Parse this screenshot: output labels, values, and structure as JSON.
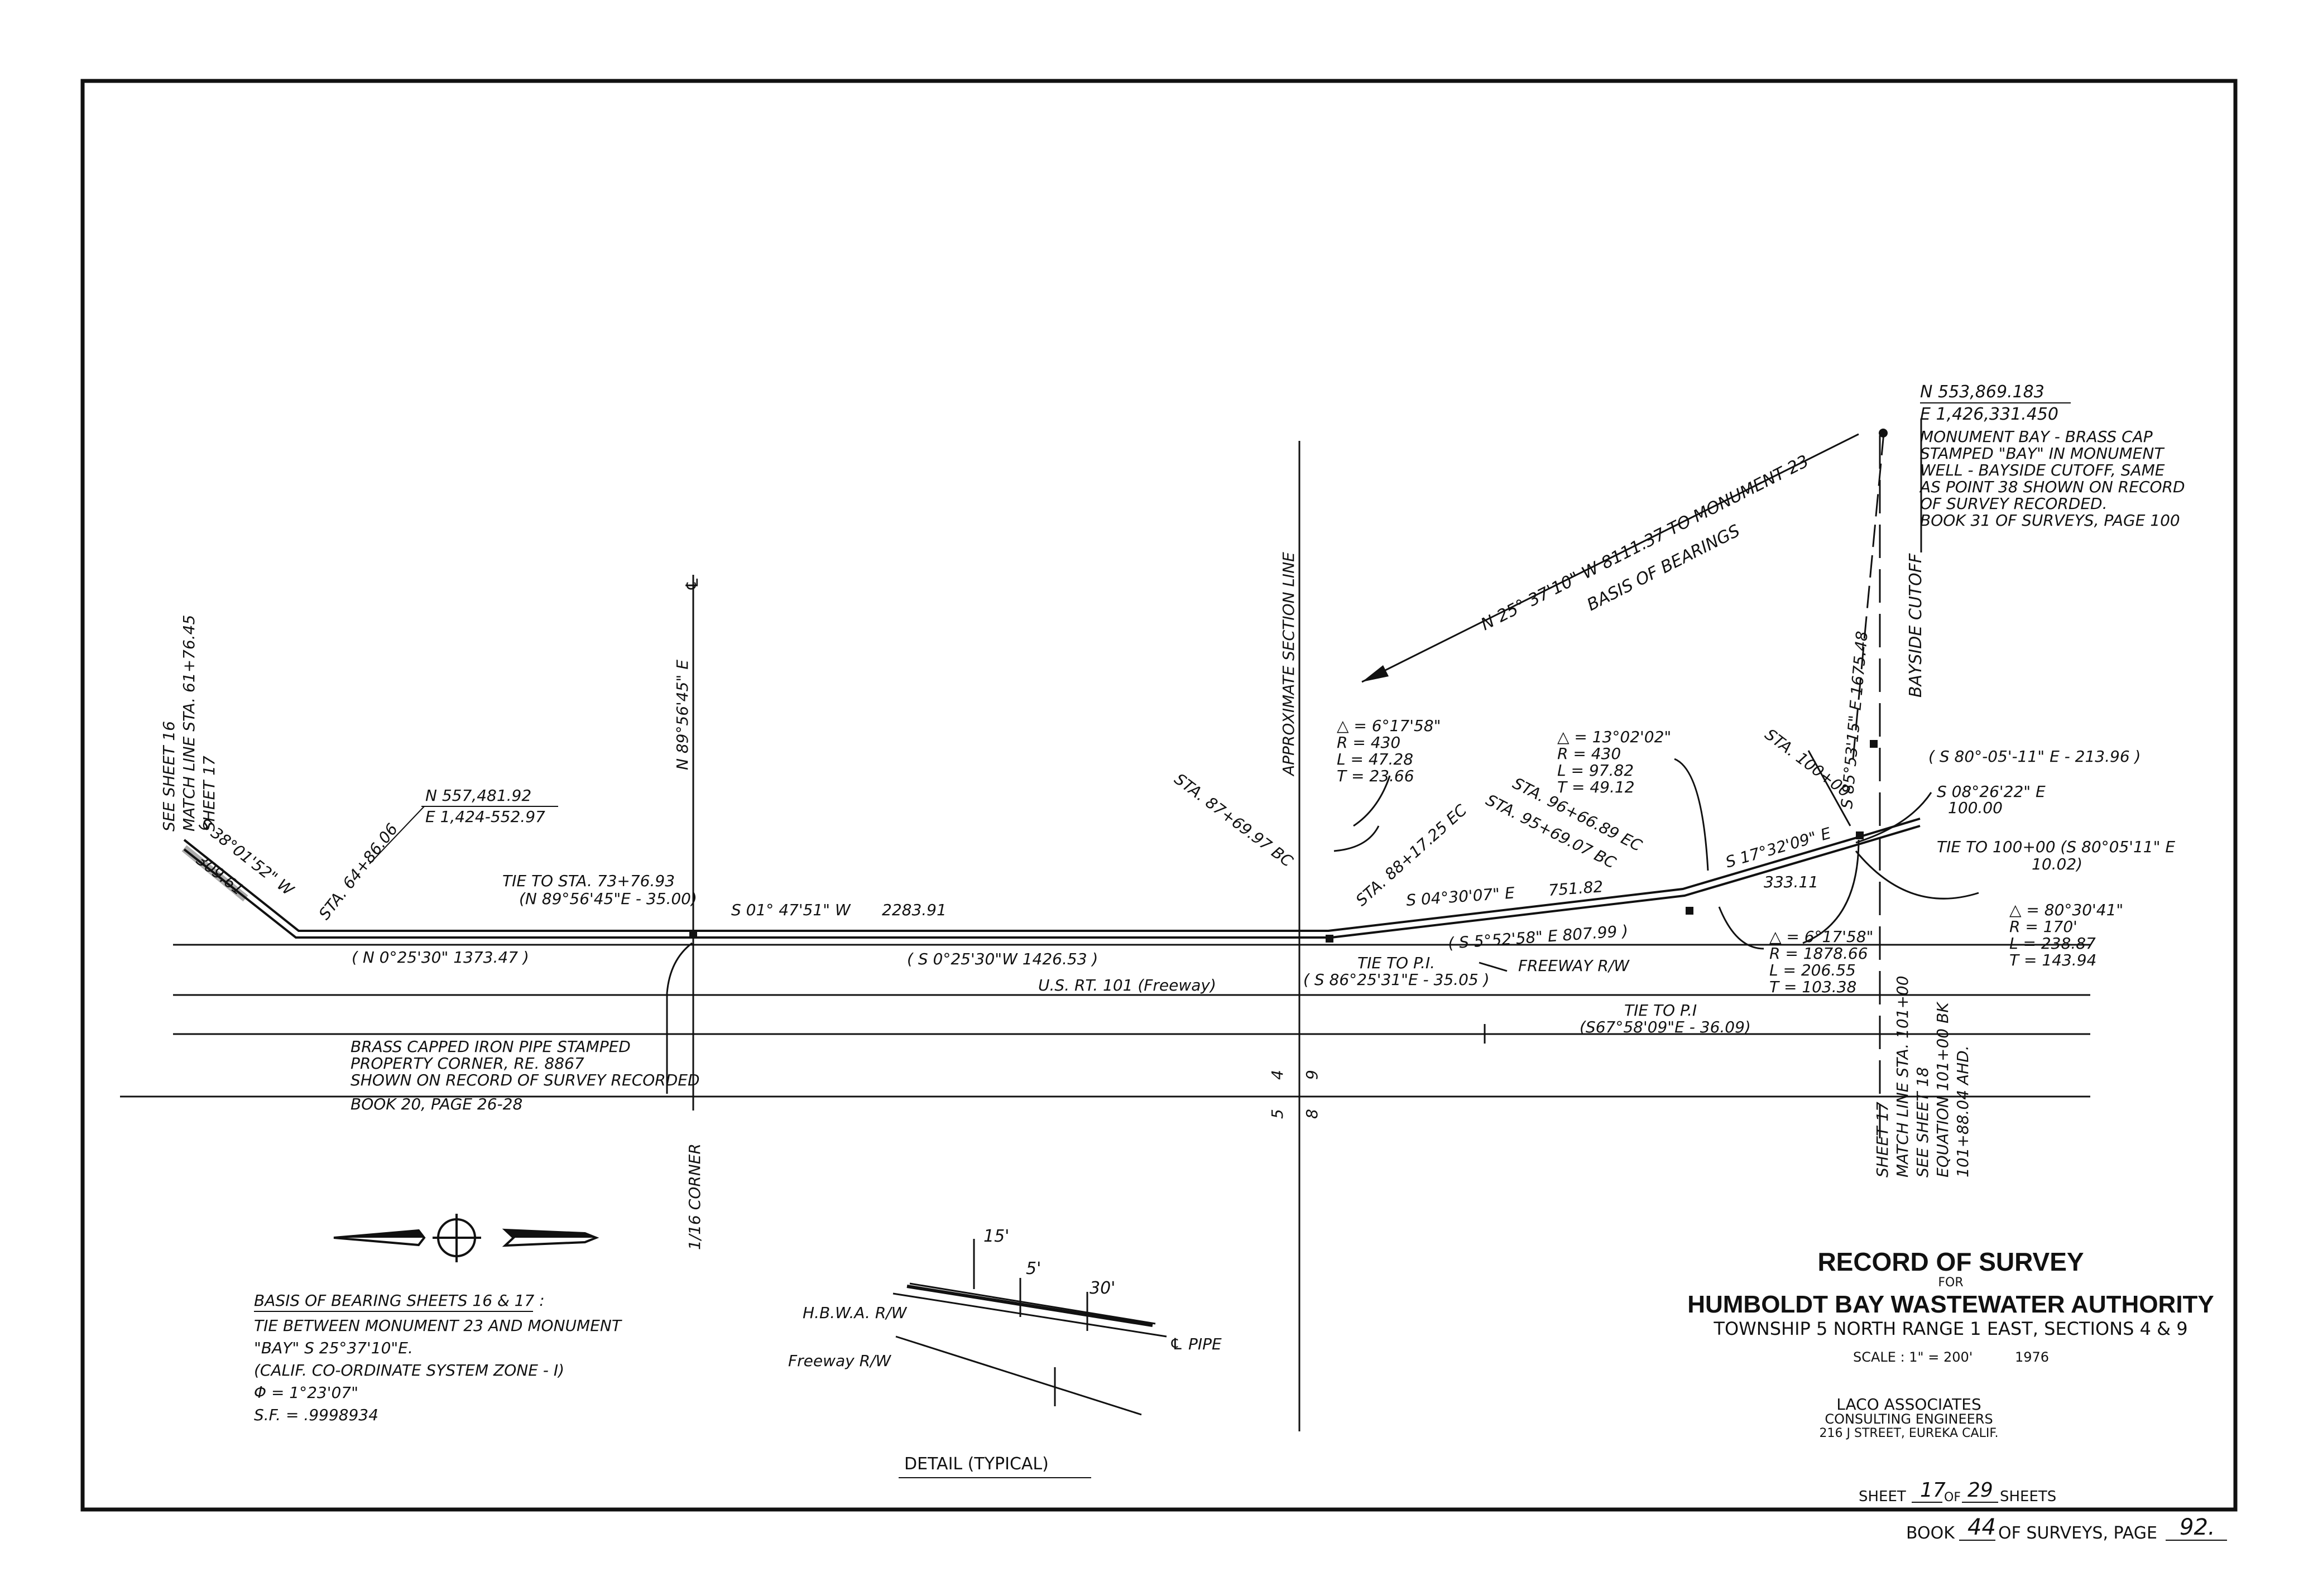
{
  "title_block": {
    "title": "RECORD OF SURVEY",
    "for": "FOR",
    "client": "HUMBOLDT BAY WASTEWATER AUTHORITY",
    "location": "TOWNSHIP 5 NORTH RANGE 1 EAST, SECTIONS 4 & 9",
    "scale": "SCALE : 1\" = 200'",
    "year": "1976",
    "firm": "LACO ASSOCIATES",
    "firm_sub": "CONSULTING ENGINEERS",
    "firm_addr": "216 J STREET, EUREKA CALIF.",
    "sheet_prefix": "SHEET",
    "sheet_num": "17",
    "sheet_of": "OF",
    "sheet_total": "29",
    "sheet_suffix": "SHEETS",
    "book_prefix": "BOOK",
    "book_num": "44",
    "book_mid": "OF SURVEYS, PAGE",
    "book_page": "92."
  },
  "match_line_left": [
    "SEE SHEET 16",
    "MATCH LINE STA. 61+76.45",
    "SHEET 17"
  ],
  "match_line_right": [
    "SHEET 17",
    "MATCH LINE STA. 101+00",
    "SEE SHEET 18",
    "EQUATION 101+00 BK",
    "101+88.04 AHD."
  ],
  "bearings": {
    "b1": "S 38°01'52\" W",
    "b1_dist": "309.61",
    "sta_64": "STA. 64+86.06",
    "n557": "N 557,481.92",
    "e1424": "E 1,424-552.97",
    "tie73": "TIE TO STA. 73+76.93",
    "tie73_sub": "(N 89°56'45\"E - 35.00)",
    "cl_bearing": "N 89°56'45\" E",
    "cl_symbol": "℄",
    "main_bearing": "S 01° 47'51\" W",
    "main_dist": "2283.91",
    "rec1": "( N 0°25'30\"   1373.47 )",
    "rec2": "( S 0°25'30\"W  1426.53 )",
    "highway": "U.S. RT. 101 (Freeway)",
    "approx_section": "APPROXIMATE SECTION LINE",
    "sta87": "STA. 87+69.97 BC",
    "sta88": "STA. 88+17.25 EC",
    "b2": "S 04°30'07\" E",
    "b2_dist": "751.82",
    "rec3": "( S 5°52'58\" E  807.99 )",
    "tie_pi": "TIE TO P.I.",
    "tie_pi_sub": "( S 86°25'31\"E - 35.05 )",
    "freeway_rw": "FREEWAY R/W",
    "tie_pi2": "TIE TO P.I",
    "tie_pi2_sub": "(S67°58'09\"E - 36.09)",
    "sta95": "STA. 95+69.07 BC",
    "sta96": "STA. 96+66.89 EC",
    "b3": "S 17°32'09\" E",
    "b3_dist": "333.11",
    "sta100": "STA. 100+00",
    "b4": "S 85°53'15\" E  1675.48",
    "bayside": "BAYSIDE CUTOFF",
    "s80a": "( S 80°-05'-11\" E - 213.96 )",
    "s08": "S 08°26'22\" E",
    "s08_dist": "100.00",
    "tie100": "TIE TO 100+00 (S 80°05'11\" E",
    "tie100_dist": "10.02)",
    "basis_line": "N 25° 37'10\" W  8111.37  TO  MONUMENT 23",
    "basis_of_bearings": "BASIS OF BEARINGS"
  },
  "curves": {
    "c1": [
      "△ = 6°17'58\"",
      "R = 430",
      "L = 47.28",
      "T = 23.66"
    ],
    "c2": [
      "△ = 13°02'02\"",
      "R = 430",
      "L = 97.82",
      "T = 49.12"
    ],
    "c3": [
      "△ = 6°17'58\"",
      "R = 1878.66",
      "L = 206.55",
      "T = 103.38"
    ],
    "c4": [
      "△ = 80°30'41\"",
      "R = 170'",
      "L = 238.87",
      "T = 143.94"
    ]
  },
  "monument": {
    "n": "N 553,869.183",
    "e": "E 1,426,331.450",
    "desc": [
      "MONUMENT BAY - BRASS CAP",
      "STAMPED \"BAY\" IN MONUMENT",
      "WELL - BAYSIDE CUTOFF, SAME",
      "AS POINT 38 SHOWN ON RECORD",
      "OF SURVEY RECORDED.",
      "BOOK 31 OF SURVEYS, PAGE 100"
    ]
  },
  "pipe_note": [
    "BRASS CAPPED IRON PIPE STAMPED",
    "PROPERTY CORNER, RE. 8867",
    "SHOWN ON RECORD OF SURVEY RECORDED",
    "BOOK 20, PAGE 26-28"
  ],
  "corner_label": "1/16 CORNER",
  "sections": {
    "s4": "4",
    "s9": "9",
    "s5": "5",
    "s8": "8"
  },
  "basis_note": {
    "heading": "BASIS OF BEARING SHEETS 16 & 17 :",
    "lines": [
      "TIE BETWEEN MONUMENT 23 AND MONUMENT",
      "\"BAY\" S 25°37'10\"E.",
      "(CALIF. CO-ORDINATE SYSTEM ZONE - I)",
      "Φ = 1°23'07\"",
      "S.F. = .9998934"
    ]
  },
  "detail": {
    "d15": "15'",
    "d5": "5'",
    "d30": "30'",
    "hbwa": "H.B.W.A. R/W",
    "freeway": "Freeway R/W",
    "pipe": "℄ PIPE",
    "caption": "DETAIL  (TYPICAL)"
  }
}
